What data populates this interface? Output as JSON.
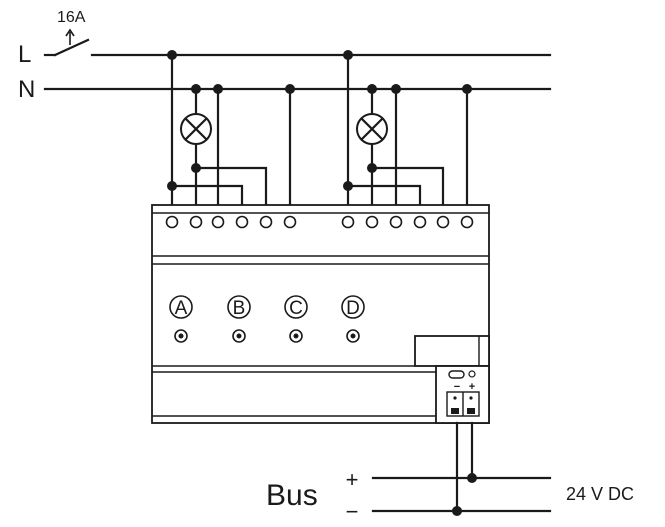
{
  "supply": {
    "phase_label": "L",
    "neutral_label": "N",
    "breaker_rating": "16A"
  },
  "device": {
    "channels": [
      {
        "label": "A"
      },
      {
        "label": "B"
      },
      {
        "label": "C"
      },
      {
        "label": "D"
      }
    ],
    "bus_polarity_labels": {
      "minus": "−",
      "plus": "+"
    }
  },
  "bus": {
    "label": "Bus",
    "plus_label": "+",
    "minus_label": "−",
    "voltage_label": "24 V DC"
  }
}
